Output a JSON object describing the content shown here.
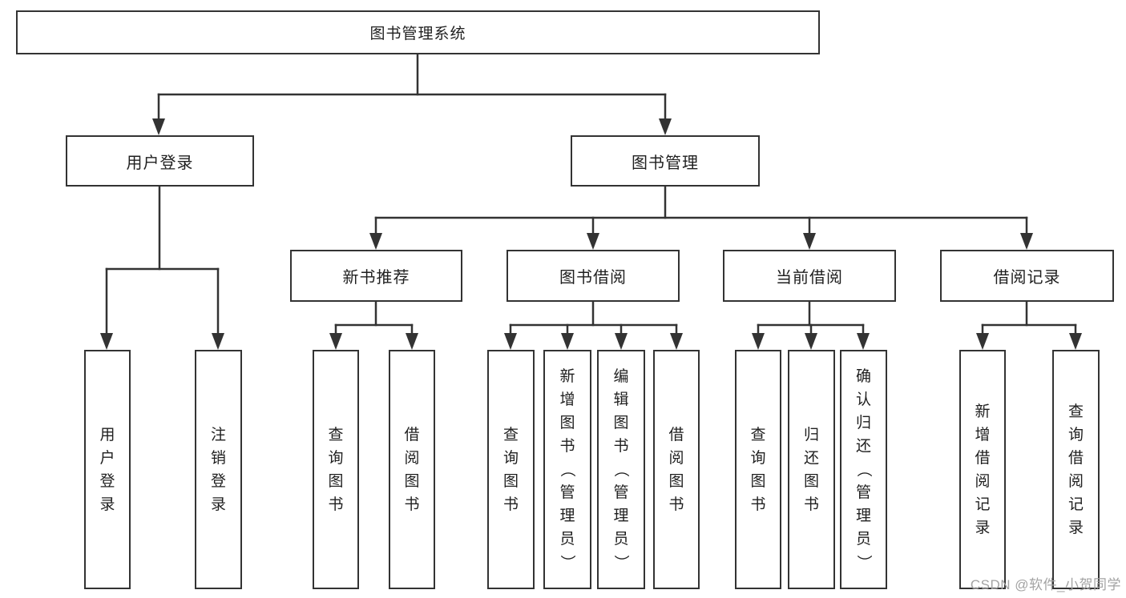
{
  "diagram": {
    "title": "图书管理系统",
    "root": {
      "label": "图书管理系统"
    },
    "level2": [
      {
        "id": "user-login",
        "label": "用户登录"
      },
      {
        "id": "book-management",
        "label": "图书管理"
      }
    ],
    "level3": [
      {
        "id": "new-book-recommend",
        "label": "新书推荐",
        "parent": "图书管理"
      },
      {
        "id": "book-borrow",
        "label": "图书借阅",
        "parent": "图书管理"
      },
      {
        "id": "current-borrow",
        "label": "当前借阅",
        "parent": "图书管理"
      },
      {
        "id": "borrow-records",
        "label": "借阅记录",
        "parent": "图书管理"
      }
    ],
    "leaves": [
      {
        "label": "用户登录",
        "parent": "用户登录"
      },
      {
        "label": "注销登录",
        "parent": "用户登录"
      },
      {
        "label": "查询图书",
        "parent": "新书推荐"
      },
      {
        "label": "借阅图书",
        "parent": "新书推荐"
      },
      {
        "label": "查询图书",
        "parent": "图书借阅"
      },
      {
        "label": "新增图书（管理员）",
        "parent": "图书借阅"
      },
      {
        "label": "编辑图书（管理员）",
        "parent": "图书借阅"
      },
      {
        "label": "借阅图书",
        "parent": "图书借阅"
      },
      {
        "label": "查询图书",
        "parent": "当前借阅"
      },
      {
        "label": "归还图书",
        "parent": "当前借阅"
      },
      {
        "label": "确认归还（管理员）",
        "parent": "当前借阅"
      },
      {
        "label": "新增借阅记录",
        "parent": "借阅记录"
      },
      {
        "label": "查询借阅记录",
        "parent": "借阅记录"
      }
    ],
    "colors": {
      "line": "#333333",
      "box_border": "#333333",
      "box_fill": "#ffffff",
      "text": "#1f1f1f",
      "watermark": "#a3a3a3"
    }
  },
  "watermark": {
    "text": "CSDN @软件_小贺同学"
  }
}
